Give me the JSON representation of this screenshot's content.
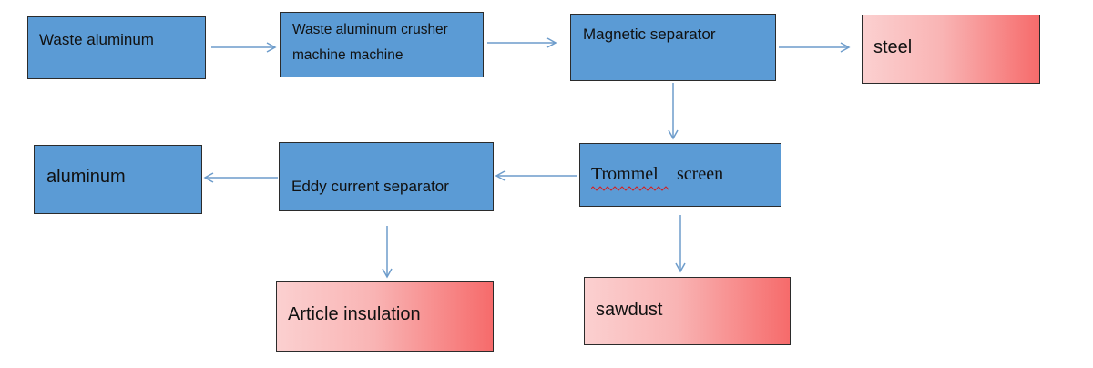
{
  "nodes": {
    "waste_aluminum": {
      "label": "Waste aluminum"
    },
    "crusher": {
      "line1": "Waste aluminum crusher",
      "line2": "machine machine"
    },
    "magnetic_separator": {
      "label": "Magnetic separator"
    },
    "steel": {
      "label": "steel"
    },
    "trommel_screen": {
      "word1": "Trommel",
      "word2": "screen"
    },
    "eddy_current_separator": {
      "label": "Eddy current separator"
    },
    "aluminum": {
      "label": "aluminum"
    },
    "article_insulation": {
      "label": "Article insulation"
    },
    "sawdust": {
      "label": "sawdust"
    }
  },
  "edges": [
    {
      "from": "Waste aluminum",
      "to": "Waste aluminum crusher machine machine"
    },
    {
      "from": "Waste aluminum crusher machine machine",
      "to": "Magnetic separator"
    },
    {
      "from": "Magnetic separator",
      "to": "steel"
    },
    {
      "from": "Magnetic separator",
      "to": "Trommel screen"
    },
    {
      "from": "Trommel screen",
      "to": "Eddy current separator"
    },
    {
      "from": "Trommel screen",
      "to": "sawdust"
    },
    {
      "from": "Eddy current separator",
      "to": "aluminum"
    },
    {
      "from": "Eddy current separator",
      "to": "Article insulation"
    }
  ],
  "colors": {
    "process_box": "#5b9bd5",
    "output_box_gradient": [
      "#fbd0d0",
      "#f66b6b"
    ],
    "arrow": "#6d9ccb",
    "box_border": "#2b2b2b"
  }
}
